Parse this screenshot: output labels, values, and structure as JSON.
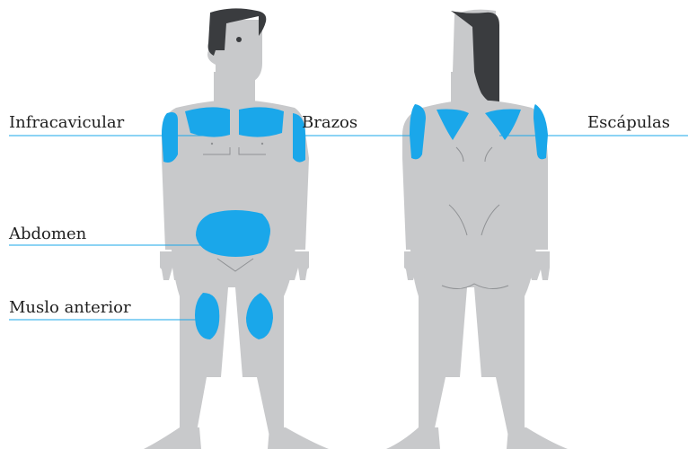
{
  "labels": {
    "infraclavicular": "Infracavicular",
    "abdomen": "Abdomen",
    "thigh": "Muslo anterior",
    "arms": "Brazos",
    "scapulae": "Escápulas"
  },
  "colors": {
    "body": "#c8c9cb",
    "hair": "#3a3c3f",
    "zone": "#1aa7ea",
    "line": "#1aa7ea",
    "contour": "#8f9194",
    "text": "#1f1f1f"
  },
  "icons": {
    "front_figure": "front-body-figure-icon",
    "back_figure": "back-body-figure-icon"
  }
}
